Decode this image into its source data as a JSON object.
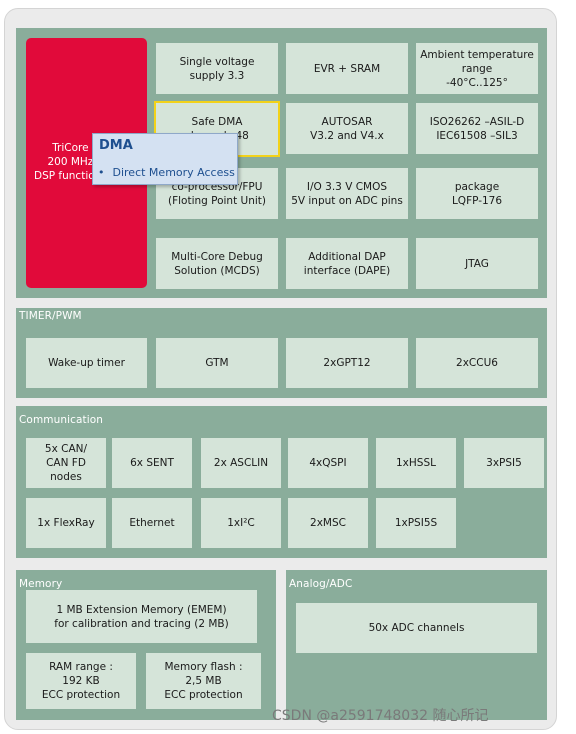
{
  "core": {
    "tricore_text": "TriCore\n200 MHz\nDSP functions",
    "features": [
      "Single voltage\nsupply 3.3",
      "EVR + SRAM",
      "Ambient temperature\nrange\n-40°C..125°",
      "Safe DMA\nchannels 48",
      "AUTOSAR\nV3.2 and V4.x",
      "ISO26262 –ASIL-D\nIEC61508 –SIL3",
      "co-processor/FPU\n(Floting Point Unit)",
      "I/O 3.3 V CMOS\n5V input on ADC pins",
      "package\nLQFP-176",
      "Multi-Core Debug\nSolution (MCDS)",
      "Additional DAP\ninterface (DAPE)",
      "JTAG"
    ]
  },
  "tooltip": {
    "title": "DMA",
    "item": "Direct Memory Access"
  },
  "timer": {
    "title": "TIMER/PWM",
    "items": [
      "Wake-up timer",
      "GTM",
      "2xGPT12",
      "2xCCU6"
    ]
  },
  "communication": {
    "title": "Communication",
    "items": [
      "5x CAN/\nCAN FD nodes",
      "6x SENT",
      "2x ASCLIN",
      "4xQSPI",
      "1xHSSL",
      "3xPSI5",
      "1x FlexRay",
      "Ethernet",
      "1xI²C",
      "2xMSC",
      "1xPSI5S"
    ]
  },
  "memory": {
    "title": "Memory",
    "items": [
      "1 MB  Extension Memory (EMEM)\nfor calibration and tracing (2 MB)",
      "RAM range :\n192 KB\nECC protection",
      "Memory  flash :\n2,5 MB\nECC protection"
    ]
  },
  "analog": {
    "title": "Analog/ADC",
    "items": [
      "50x ADC channels"
    ]
  },
  "watermark": "CSDN @a2591748032 随心所记"
}
